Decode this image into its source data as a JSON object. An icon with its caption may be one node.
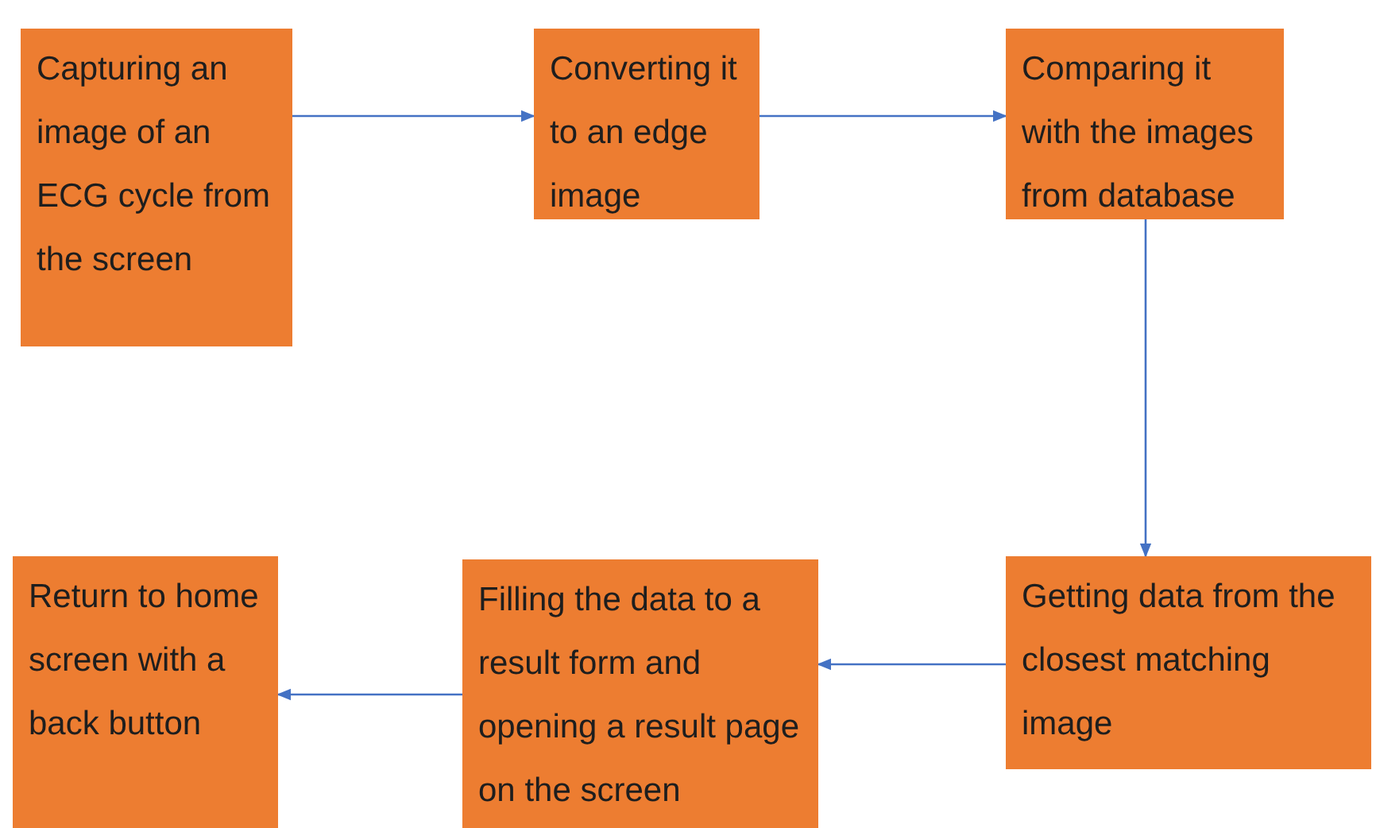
{
  "diagram": {
    "nodes": [
      {
        "text": [
          "Capturing an image of an ECG cycle from the screen"
        ]
      },
      {
        "text": [
          "Converting it to an edge image"
        ]
      },
      {
        "text": [
          "Comparing it with the images from database"
        ]
      },
      {
        "text": [
          "Getting data from the closest matching image"
        ]
      },
      {
        "text": [
          "Filling the data to a result form and opening a result page on the screen"
        ]
      },
      {
        "text": [
          "Return to home screen with a back button"
        ]
      }
    ],
    "edges": [
      {
        "from": 0,
        "to": 1,
        "arrow": "to"
      },
      {
        "from": 1,
        "to": 2,
        "arrow": "to"
      },
      {
        "from": 2,
        "to": 3,
        "arrow": "to"
      },
      {
        "from": 3,
        "to": 4,
        "arrow": "to"
      },
      {
        "from": 4,
        "to": 5,
        "arrow": "to"
      }
    ]
  }
}
